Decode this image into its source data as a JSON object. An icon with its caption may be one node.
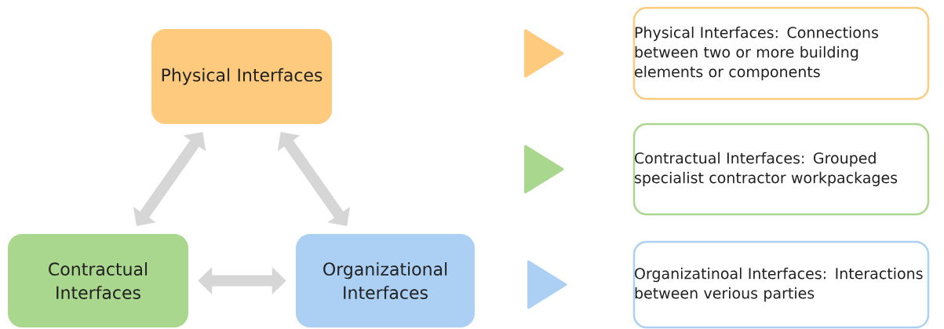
{
  "diagram": {
    "nodes": [
      {
        "text": [
          "Physical Interfaces"
        ]
      },
      {
        "text": [
          "Contractual Interfaces"
        ]
      },
      {
        "text": [
          "Organizational Interfaces"
        ]
      },
      {
        "text": [
          "Physical Interfaces:  Connections between two or more building elements or components"
        ]
      },
      {
        "text": [
          "Contractual Interfaces: Grouped specialist contractor workpackages"
        ]
      },
      {
        "text": [
          "Organizatinoal Interfaces: Interactions between verious parties"
        ]
      }
    ],
    "edges": [
      {
        "from": 0,
        "to": 1,
        "arrow": "both"
      },
      {
        "from": 0,
        "to": 2,
        "arrow": "both"
      },
      {
        "from": 1,
        "to": 2,
        "arrow": "both"
      }
    ]
  }
}
